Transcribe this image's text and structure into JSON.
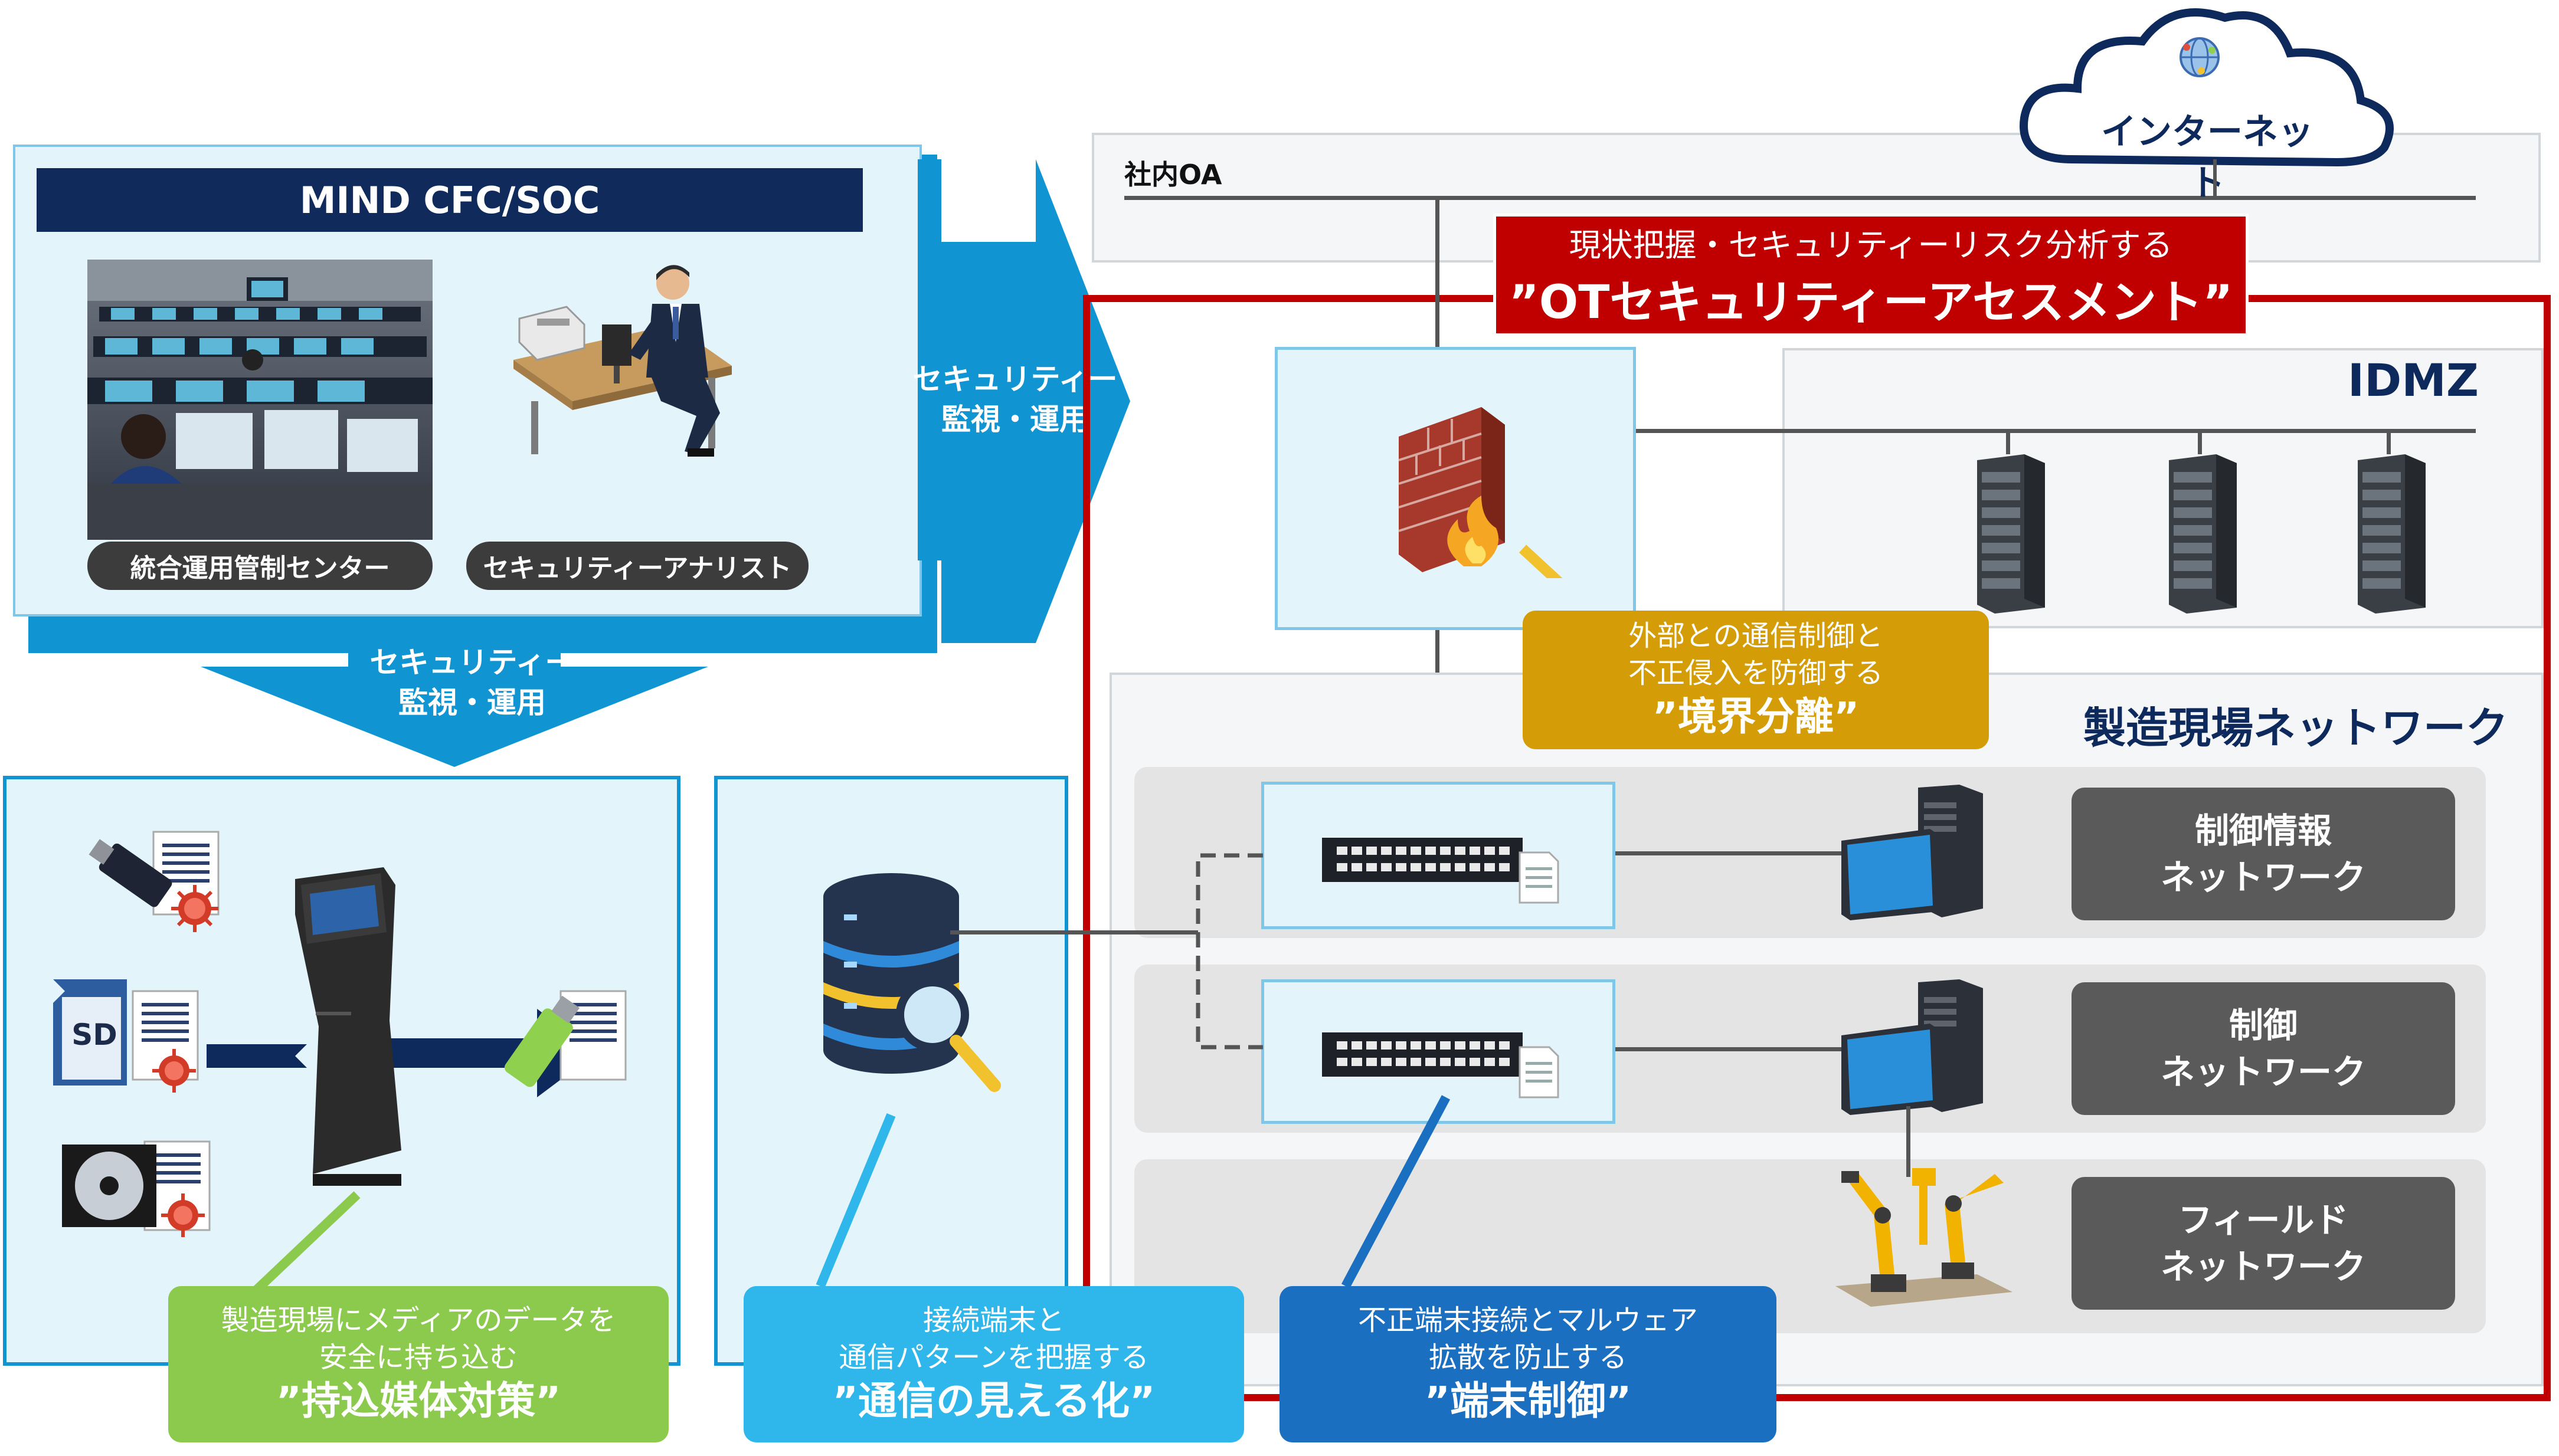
{
  "soc": {
    "title": "MIND CFC/SOC",
    "center_label": "統合運用管制センター",
    "analyst_label": "セキュリティーアナリスト"
  },
  "arrows": {
    "right_label": "セキュリティー\n監視・運用",
    "down_label": "セキュリティー\n監視・運用"
  },
  "network": {
    "oa_label": "社内OA",
    "internet_label": "インターネット",
    "assessment": {
      "line1": "現状把握・セキュリティーリスク分析する",
      "line2": "”OTセキュリティーアセスメント”"
    },
    "idmz_label": "IDMZ",
    "factory_label": "製造現場ネットワーク",
    "zones": [
      {
        "label": "制御情報\nネットワーク"
      },
      {
        "label": "制御\nネットワーク"
      },
      {
        "label": "フィールド\nネットワーク"
      }
    ]
  },
  "callouts": {
    "boundary": {
      "line1": "外部との通信制御と",
      "line2": "不正侵入を防御する",
      "title": "”境界分離”",
      "color": "#d49d08"
    },
    "media": {
      "line1": "製造現場にメディアのデータを",
      "line2": "安全に持ち込む",
      "title": "”持込媒体対策”",
      "color": "#8cca4e"
    },
    "visibility": {
      "line1": "接続端末と",
      "line2": "通信パターンを把握する",
      "title": "”通信の見える化”",
      "color": "#2fb6ea"
    },
    "endpoint": {
      "line1": "不正端末接続とマルウェア",
      "line2": "拡散を防止する",
      "title": "”端末制御”",
      "color": "#1a6fc1"
    }
  },
  "icons": {
    "sd_card_label": "SD"
  },
  "colors": {
    "navy": "#0e2a5c",
    "blue": "#1194d2",
    "red": "#c00000",
    "light_bg": "#e3f4fb"
  }
}
